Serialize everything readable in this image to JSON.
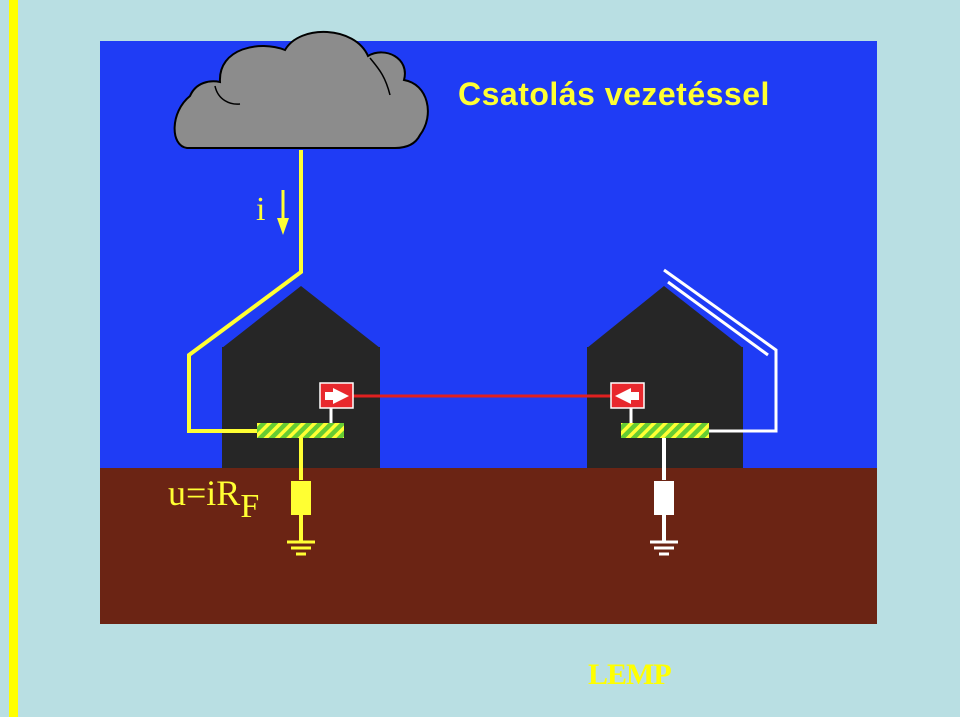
{
  "title": "Csatolás vezetéssel",
  "current_label": "i",
  "formula": {
    "main": "u=iR",
    "subscript": "F"
  },
  "footer": "LEMP",
  "colors": {
    "sky": "#1f3cf5",
    "ground": "#6b2414",
    "house": "#262626",
    "conductor_left": "#ffff33",
    "conductor_right": "#ffffff",
    "signal_line": "#e02020",
    "device": "#e8282d",
    "busbar": "#66cc33",
    "cloud": "#8c8c8c",
    "background": "#b9dfe3",
    "accent_bar": "#ffff00"
  },
  "icons": [
    "cloud-icon",
    "arrow-down-icon",
    "ground-symbol-icon",
    "resistor-icon",
    "surge-protector-icon"
  ]
}
